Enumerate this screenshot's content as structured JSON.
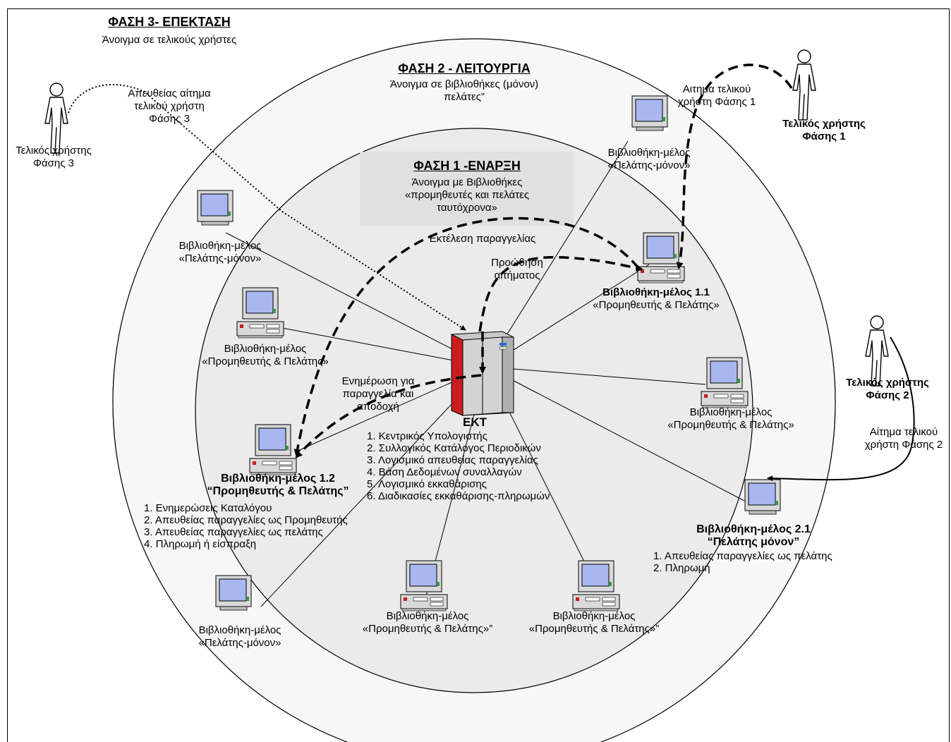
{
  "phases": {
    "phase3": {
      "title": "ΦΑΣΗ 3- ΕΠΕΚΤΑΣΗ",
      "subtitle": "Άνοιγμα σε τελικούς χρήστες"
    },
    "phase2": {
      "title": "ΦΑΣΗ 2 - ΛΕΙΤΟΥΡΓΙΑ",
      "subtitle_line1": "Άνοιγμα σε βιβλιοθήκες (μόνον)",
      "subtitle_line2": "πελάτες”"
    },
    "phase1": {
      "title": "ΦΑΣΗ 1 -ΕΝΑΡΞΗ",
      "subtitle_line1": "Άνοιγμα με Βιβλιοθήκες",
      "subtitle_line2": "«προμηθευτές και πελάτες",
      "subtitle_line3": "ταυτόχρονα»"
    }
  },
  "users": {
    "user1": {
      "line1": "Τελικός χρήστης",
      "line2": "Φάσης 1"
    },
    "user2": {
      "line1": "Τελικός χρήστης",
      "line2": "Φάσης 2"
    },
    "user3": {
      "line1": "Τελικός χρήστης",
      "line2": "Φάσης 3"
    }
  },
  "arrow_labels": {
    "req3": {
      "line1": "Απευθείας αίτημα",
      "line2": "τελικού χρήστη",
      "line3": "Φάσης 3"
    },
    "req1": {
      "line1": "Αιτημα τελικού",
      "line2": "χρήστη Φάσης 1"
    },
    "req2": {
      "line1": "Αίτημα τελικού",
      "line2": "χρήστη Φάσης 2"
    },
    "execute": "Εκτέλεση παραγγελίας",
    "forward": {
      "line1": "Προώθηση",
      "line2": "αιτήματος"
    },
    "notify": {
      "line1": "Ενημέρωση για",
      "line2": "παραγγελία και",
      "line3": "αποδοχή"
    }
  },
  "center": {
    "name": "ΕΚΤ",
    "items": [
      "1. Κεντρικός Υπολογιστής",
      "2. Συλλογικός Κατάλογος Περιοδικών",
      "3. Λογισμικό απευθείας παραγγελίας",
      "4. Βάση Δεδομένων συναλλαγών",
      "5. Λογισμικό εκκαθάρισης",
      "6. Διαδικασίες εκκαθάρισης-πληρωμών"
    ]
  },
  "libraries": {
    "top_right_client": {
      "line1": "Βιβλιοθήκη-μέλος",
      "line2": "«Πελάτης-μόνον»"
    },
    "left_client": {
      "line1": "Βιβλιοθήκη-μέλος",
      "line2": "«Πελάτης-μόνον»"
    },
    "left_supplier": {
      "line1": "Βιβλιοθήκη-μέλος",
      "line2": "«Προμηθευτής & Πελάτης»"
    },
    "lib11": {
      "line1": "Βιβλιοθήκη-μέλος 1.1",
      "line2": "«Προμηθευτής & Πελάτης»"
    },
    "right_supplier": {
      "line1": "Βιβλιοθήκη-μέλος",
      "line2": "«Προμηθευτής & Πελάτης»"
    },
    "lib12": {
      "line1": "Βιβλιοθήκη-μέλος 1.2",
      "line2": "“Προμηθευτής & Πελάτης”",
      "items": [
        "1. Ενημερώσεις Καταλόγου",
        "2. Απευθείας παραγγελίες ως Προμηθευτής",
        "3. Απευθείας παραγγελίες ως πελάτης",
        "4. Πληρωμή ή είσπραξη"
      ]
    },
    "lib21": {
      "line1": "Βιβλιοθήκη-μέλος 2.1",
      "line2": "“Πελάτης μόνον”",
      "items": [
        "1. Απευθείας παραγγελίες ως πελάτης",
        "2. Πληρωμή"
      ]
    },
    "bottom_left_client": {
      "line1": "Βιβλιοθήκη-μέλος",
      "line2": "«Πελάτης-μόνον»"
    },
    "bottom_mid": {
      "line1": "Βιβλιοθήκη-μέλος",
      "line2": "«Προμηθευτής & Πελάτης»”"
    },
    "bottom_right": {
      "line1": "Βιβλιοθήκη-μέλος",
      "line2": "«Προμηθευτής & Πελάτης»”"
    }
  },
  "colors": {
    "outer_ring": "#f7f7f7",
    "middle_ring": "#ededed",
    "inner_ring": "#e6e6e6",
    "monitor_screen": "#a9b6f0",
    "server_red": "#c81e1e"
  }
}
